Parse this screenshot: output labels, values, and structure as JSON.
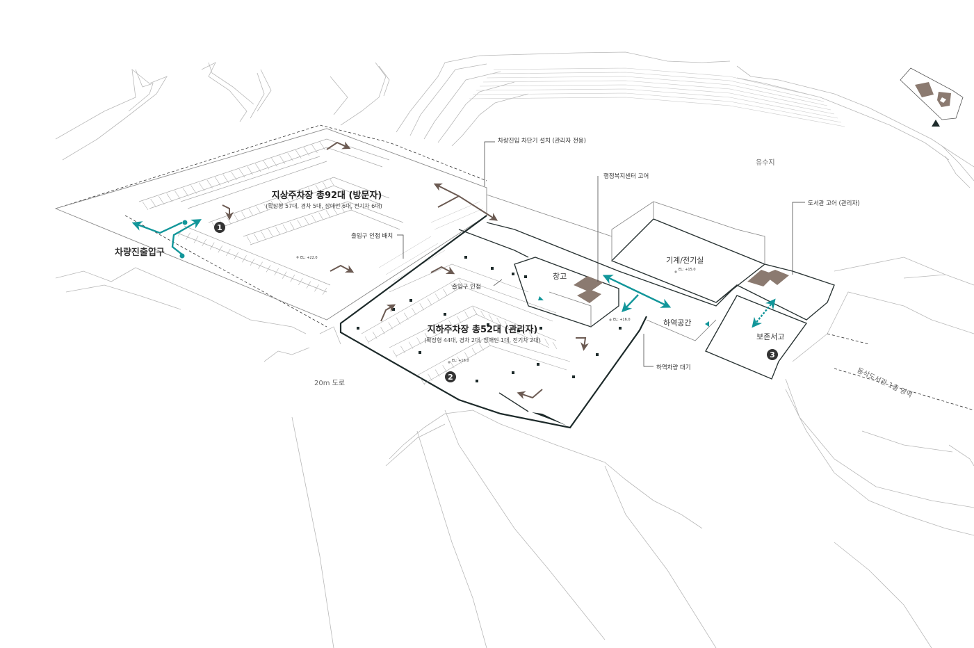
{
  "labels": {
    "vehicle_barrier": "차량진입 차단기 설치 (관리자 전용)",
    "admin_core": "행정복지센터 고어",
    "library_core": "도서관 고어 (관리자)",
    "retention_pond": "유수지",
    "surface_parking_title": "지상주차장 총92대 (방문자)",
    "surface_parking_sub": "(확장형 57대, 경차 5대, 장애인 6대, 전기차 6대)",
    "entrance_adjacent": "출입구 인접 배치",
    "vehicle_entrance": "차량진출입구",
    "warehouse": "창고",
    "mechanical_room": "기계/전기실",
    "entrance_near": "출입구 인접",
    "underground_title": "지하주차장 총52대 (관리자)",
    "underground_sub": "(확장형 44대, 경차 2대, 장애인 1대, 전기차 2대)",
    "loading_space": "하역공간",
    "storage_archive": "보존서고",
    "loading_wait": "하역차량 대기",
    "road": "20m 도로",
    "library_floor1": "동삭도서관 1층 영역",
    "el_surface": "EL: +22.0",
    "el_mech": "EL: +15.0",
    "el_center": "EL: +16.0",
    "el_underground": "EL: +16.0"
  },
  "badges": [
    "1",
    "2",
    "3"
  ],
  "icons": [
    "north-arrow-icon",
    "key-map-icon",
    "circulation-arrow-icon",
    "level-marker-icon"
  ],
  "colors": {
    "accent": "#12969a",
    "arrow_brown": "#6b5a52",
    "core_fill": "#8b7a70",
    "badge": "#333333",
    "wall": "#1d2a2a"
  }
}
